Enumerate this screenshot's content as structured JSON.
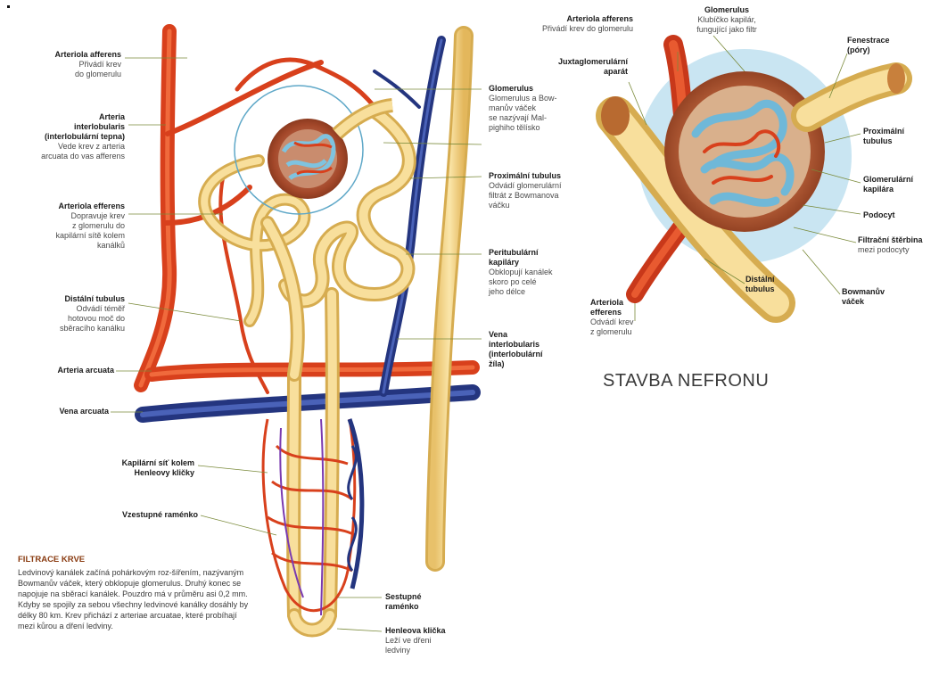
{
  "title": "STAVBA NEFRONU",
  "colors": {
    "artery": "#e2461e",
    "vein": "#2a3c8c",
    "tubule": "#f2d58c",
    "capsule": "#8a3a1a",
    "highlight": "#a8d8ec"
  },
  "left_labels": [
    {
      "id": "arteriola-afferens",
      "title": "Arteriola afferens",
      "text": [
        "Přivádí krev",
        "do glomerulu"
      ]
    },
    {
      "id": "arteria-interlobularis",
      "title": "Arteria interlobularis (interlobulární tepna)",
      "title_lines": [
        "Arteria",
        "interlobularis",
        "(interlobulární tepna)"
      ],
      "text": [
        "Vede krev z arteria",
        "arcuata do vas afferens"
      ]
    },
    {
      "id": "arteriola-efferens",
      "title": "Arteriola efferens",
      "text": [
        "Dopravuje krev",
        "z glomerulu do",
        "kapilární sítě kolem",
        "kanálků"
      ]
    },
    {
      "id": "distalni-tubulus",
      "title": "Distální tubulus",
      "text": [
        "Odvádí téměř",
        "hotovou moč do",
        "sběracího kanálku"
      ]
    },
    {
      "id": "arteria-arcuata",
      "title": "Arteria arcuata",
      "text": []
    },
    {
      "id": "vena-arcuata",
      "title": "Vena arcuata",
      "text": []
    },
    {
      "id": "kapilarni-sit",
      "title_lines": [
        "Kapilární síť  kolem",
        "Henleovy kličky"
      ],
      "text": []
    },
    {
      "id": "vzestupne-ramenko",
      "title": "Vzestupné raménko",
      "text": []
    }
  ],
  "middle_labels": [
    {
      "id": "glomerulus",
      "title": "Glomerulus",
      "text": [
        "Glomerulus a Bow-",
        "manův váček",
        "se nazývají Mal-",
        "pighiho tělísko"
      ]
    },
    {
      "id": "proximalni-tubulus",
      "title": "Proximální tubulus",
      "text": [
        "Odvádí glomerulární",
        "filtrát z Bowmanova",
        "váčku"
      ]
    },
    {
      "id": "peritubularni-kapilary",
      "title_lines": [
        "Peritubulární",
        "kapiláry"
      ],
      "text": [
        "Obklopují kanálek",
        "skoro po celé",
        "jeho délce"
      ]
    },
    {
      "id": "vena-interlobularis",
      "title_lines": [
        "Vena",
        "interlobularis",
        "(interlobulární",
        "žíla)"
      ],
      "text": []
    },
    {
      "id": "sestupne-ramenko",
      "title_lines": [
        "Sestupné",
        "raménko"
      ],
      "text": []
    },
    {
      "id": "henleova-klicka",
      "title": "Henleova klička",
      "text": [
        "Leží ve dřeni",
        "ledviny"
      ]
    }
  ],
  "right_labels": [
    {
      "id": "r-arteriola-afferens",
      "title": "Arteriola afferens",
      "text": [
        "Přivádí krev do glomerulu"
      ]
    },
    {
      "id": "r-glomerulus",
      "title": "Glomerulus",
      "text": [
        "Klubíčko kapilár,",
        "fungující jako filtr"
      ]
    },
    {
      "id": "r-juxta",
      "title_lines": [
        "Juxtaglomerulární",
        "aparát"
      ],
      "text": []
    },
    {
      "id": "r-fenestrace",
      "title_lines": [
        "Fenestrace",
        "(póry)"
      ],
      "text": []
    },
    {
      "id": "r-proximalni",
      "title_lines": [
        "Proximální",
        "tubulus"
      ],
      "text": []
    },
    {
      "id": "r-glom-kapilara",
      "title_lines": [
        "Glomerulární",
        "kapilára"
      ],
      "text": []
    },
    {
      "id": "r-podocyt",
      "title": "Podocyt",
      "text": []
    },
    {
      "id": "r-filtracni",
      "title": "Filtrační štěrbina",
      "text": [
        "mezi podocyty"
      ]
    },
    {
      "id": "r-distalni",
      "title_lines": [
        "Distální",
        "tubulus"
      ],
      "text": []
    },
    {
      "id": "r-bowman",
      "title_lines": [
        "Bowmanův",
        "váček"
      ],
      "text": []
    },
    {
      "id": "r-efferens",
      "title_lines": [
        "Arteriola",
        "efferens"
      ],
      "text": [
        "Odvádí krev",
        "z glomerulu"
      ]
    }
  ],
  "filtrace": {
    "heading": "FILTRACE KRVE",
    "text": "Ledvinový kanálek začíná pohárkovým roz-šířením, nazývaným Bowmanův váček, který obklopuje glomerulus. Druhý konec se napojuje na sběrací kanálek. Pouzdro má v průměru asi 0,2 mm. Kdyby se spojily za sebou všechny ledvinové kanálky dosáhly by délky 80 km. Krev přichází z arteriae arcuatae, které probíhají mezi kůrou a dření ledviny."
  }
}
